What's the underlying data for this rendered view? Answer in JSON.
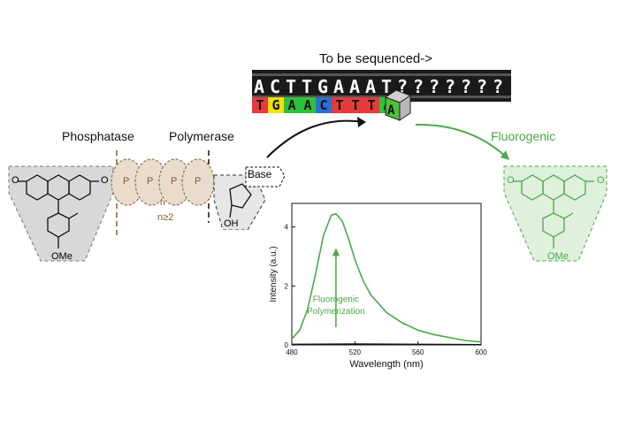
{
  "header": {
    "title": "To be sequenced->"
  },
  "sequence": {
    "template": [
      "A",
      "C",
      "T",
      "T",
      "G",
      "A",
      "A",
      "A",
      "T",
      "?",
      "?",
      "?",
      "?",
      "?",
      "?",
      "?"
    ],
    "growing": [
      {
        "base": "T",
        "color": "#e63a3a"
      },
      {
        "base": "G",
        "color": "#f0e400"
      },
      {
        "base": "A",
        "color": "#2ec23b"
      },
      {
        "base": "A",
        "color": "#2ec23b"
      },
      {
        "base": "C",
        "color": "#2a6fd6"
      },
      {
        "base": "T",
        "color": "#e63a3a"
      },
      {
        "base": "T",
        "color": "#e63a3a"
      },
      {
        "base": "T",
        "color": "#e63a3a"
      },
      {
        "base": "A",
        "color": "#2ec23b"
      }
    ],
    "incoming": "A"
  },
  "labels": {
    "phosphatase": "Phosphatase",
    "polymerase": "Polymerase",
    "fluorogenic": "Fluorogenic",
    "n_label": "n",
    "n_ge": "n≥2",
    "base": "Base",
    "oh": "OH",
    "ome_left": "OMe",
    "ome_right": "OMe",
    "o_left": "O",
    "o_right": "O",
    "o_right_green": "O",
    "o_left_green": "O",
    "p_labels": [
      "P",
      "P",
      "P",
      "P"
    ]
  },
  "chart_data": {
    "type": "line",
    "xlabel": "Wavelength (nm)",
    "ylabel": "Intensity (a.u.)",
    "xlim": [
      480,
      600
    ],
    "ylim": [
      0,
      4.8
    ],
    "xticks": [
      "480",
      "520",
      "560",
      "600"
    ],
    "yticks": [
      "0",
      "2",
      "4"
    ],
    "annotation": "Fluorogenic\nPolymerization",
    "annotation_line1": "Fluorogenic",
    "annotation_line2": "Polymerization",
    "series": [
      {
        "color": "#4aa947",
        "x": [
          480,
          485,
          490,
          495,
          500,
          505,
          508,
          512,
          516,
          520,
          525,
          530,
          540,
          550,
          560,
          570,
          580,
          590,
          600
        ],
        "y": [
          0.2,
          0.5,
          1.2,
          2.4,
          3.7,
          4.4,
          4.45,
          4.2,
          3.6,
          2.9,
          2.2,
          1.7,
          1.1,
          0.75,
          0.5,
          0.35,
          0.25,
          0.15,
          0.1
        ]
      },
      {
        "color": "#111111",
        "x": [
          480,
          520,
          560,
          600
        ],
        "y": [
          0.02,
          0.03,
          0.02,
          0.01
        ]
      }
    ]
  },
  "colors": {
    "green": "#4aa947",
    "brown": "#8a5a2b",
    "gray_fill": "#d8d8d8"
  }
}
